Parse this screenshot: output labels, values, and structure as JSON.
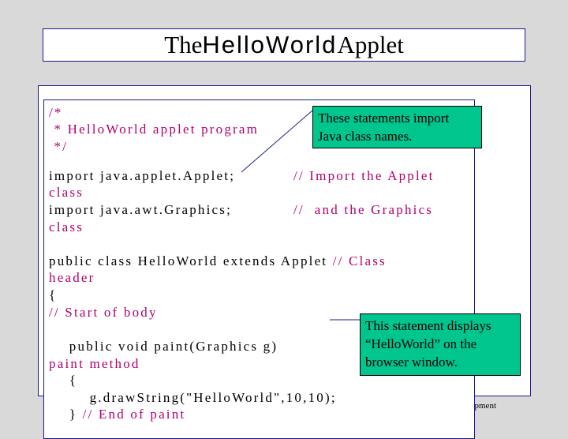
{
  "title": {
    "prefix": "The ",
    "mono": "HelloWorld",
    "suffix": " Applet"
  },
  "footer_fragment": "opment",
  "code": {
    "comment_open": "/*",
    "comment_body": " * HelloWorld applet program",
    "comment_close": " */",
    "import1_code": "import java.applet.Applet;",
    "import1_comment": "// Import the Applet",
    "import1_wrap": "class",
    "import2_code": "import java.awt.Graphics;",
    "import2_comment": "//  and the Graphics",
    "import2_wrap": "class",
    "class_code": "public class HelloWorld extends Applet ",
    "class_comment": "// Class",
    "class_wrap": "header",
    "brace_open": "{",
    "start_comment": "// Start of body",
    "paint_code": "    public void paint(Graphics g)",
    "paint_wrap": "paint method",
    "paint_brace_open": "    {",
    "draw_code": "        g.drawString(\"HelloWorld\",10,10);",
    "end_paint_brace": "    } ",
    "end_paint_comment": "// End of paint"
  },
  "callouts": {
    "import_note_line1": "These statements import",
    "import_note_line2": "Java class names.",
    "draw_note_line1": "This statement displays",
    "draw_note_line2": "“HelloWorld” on the",
    "draw_note_line3": "browser window."
  },
  "colors": {
    "comment": "#b0006e",
    "callout_bg": "#00c58c",
    "frame": "#1a1a8c"
  }
}
